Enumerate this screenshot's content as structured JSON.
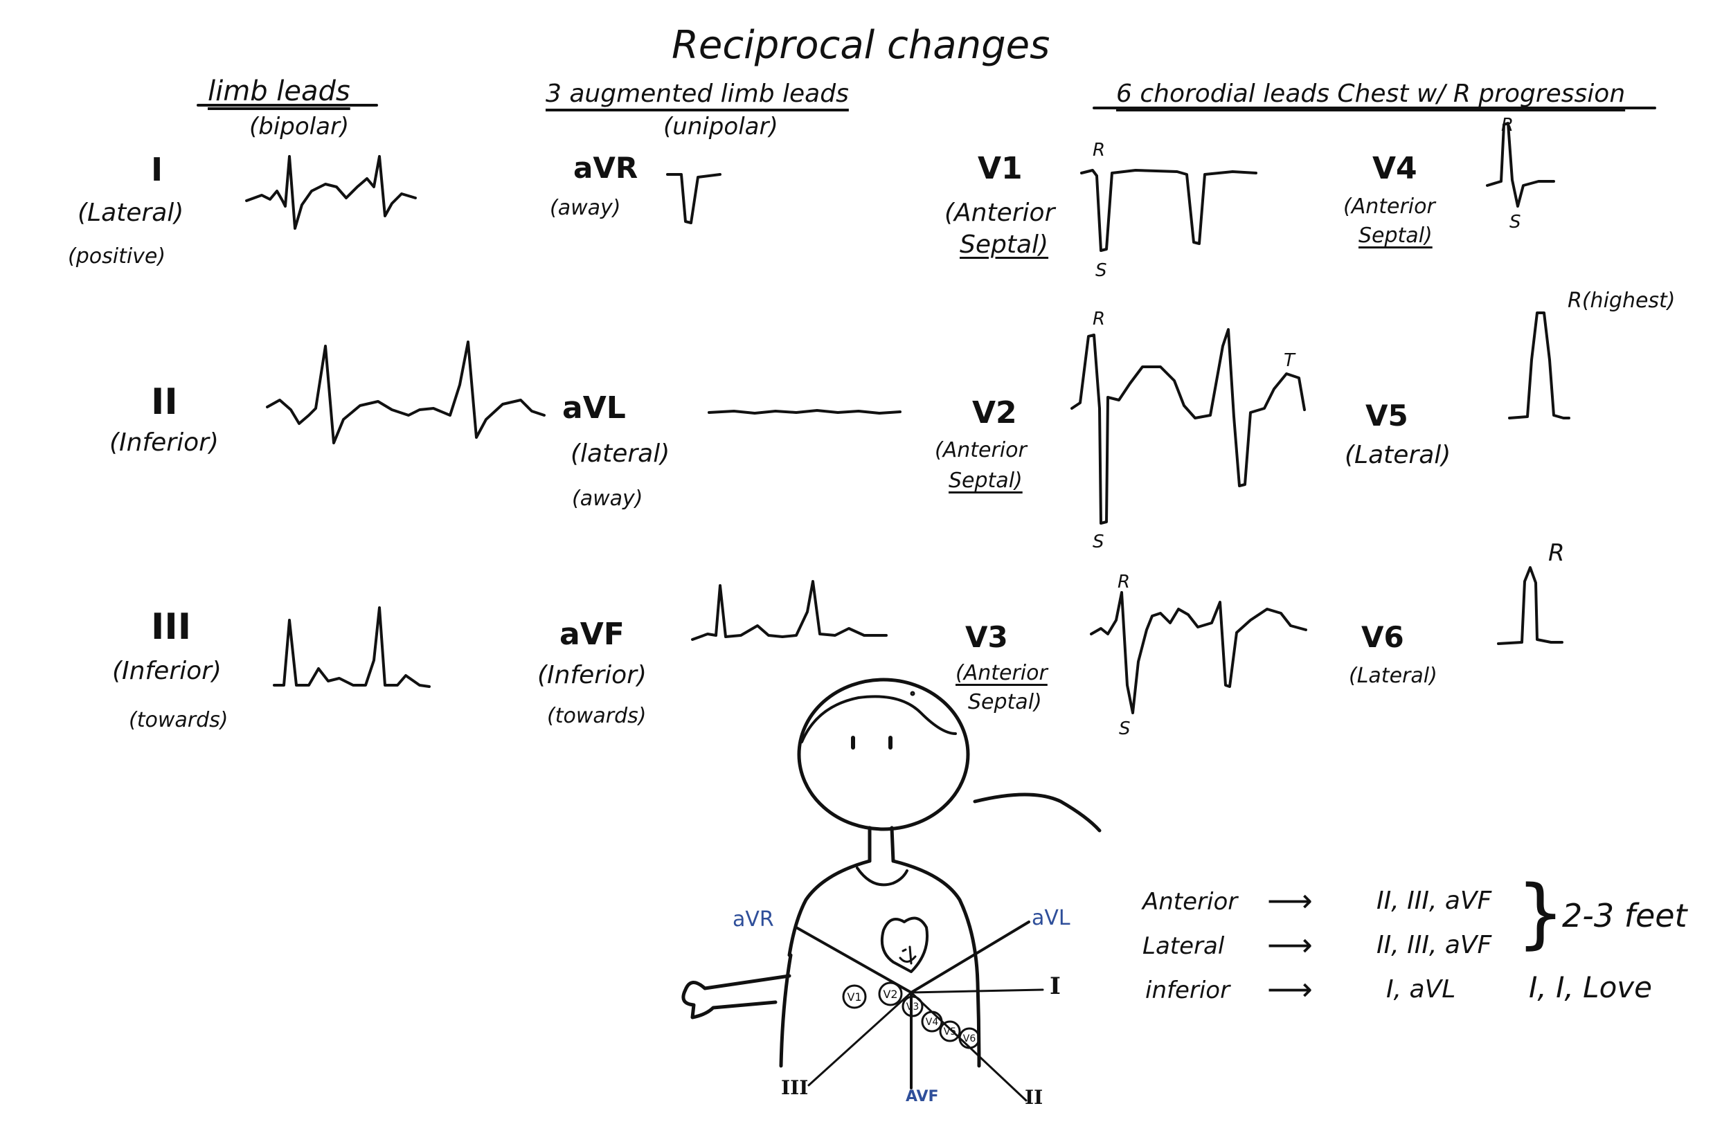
{
  "title": "Reciprocal changes",
  "sections": {
    "limb": {
      "title": "limb leads",
      "sub": "(bipolar)"
    },
    "augmented": {
      "title": "3 augmented limb leads",
      "sub": "(unipolar)"
    },
    "chest": {
      "title": "6 chorodial leads Chest w/ R progression"
    }
  },
  "limb_leads": [
    {
      "name": "I",
      "desc1": "(Lateral)",
      "desc2": "(positive)"
    },
    {
      "name": "II",
      "desc1": "(Inferior)"
    },
    {
      "name": "III",
      "desc1": "(Inferior)",
      "desc2": "(towards)"
    }
  ],
  "augmented_leads": [
    {
      "name": "aVR",
      "desc1": "(away)"
    },
    {
      "name": "aVL",
      "desc1": "(lateral)",
      "desc2": "(away)"
    },
    {
      "name": "aVF",
      "desc1": "(Inferior)",
      "desc2": "(towards)"
    }
  ],
  "chest_leads": [
    {
      "name": "V1",
      "desc1": "(Anterior",
      "desc2": "Septal)"
    },
    {
      "name": "V2",
      "desc1": "(Anterior",
      "desc2": "Septal)"
    },
    {
      "name": "V3",
      "desc1": "(Anterior",
      "desc2": "Septal)"
    },
    {
      "name": "V4",
      "desc1": "(Anterior",
      "desc2": "Septal)"
    },
    {
      "name": "V5",
      "desc1": "(Lateral)"
    },
    {
      "name": "V6",
      "desc1": "(Lateral)"
    }
  ],
  "wave_labels": {
    "r": "R",
    "s": "S",
    "t": "T",
    "r_highest": "R(highest)"
  },
  "figure": {
    "avr": "aVR",
    "avl": "aVL",
    "avf": "AVF",
    "i": "I",
    "ii": "II",
    "iii": "III",
    "v1": "V1",
    "v2": "V2",
    "v3": "V3",
    "v4": "V4",
    "v5": "V5",
    "v6": "V6"
  },
  "reciprocal_table": [
    {
      "region": "Anterior",
      "arrow": "⟶",
      "leads": "II, III, aVF"
    },
    {
      "region": "Lateral",
      "arrow": "⟶",
      "leads": "II, III, aVF"
    },
    {
      "region": "inferior",
      "arrow": "⟶",
      "leads": "I, aVL"
    }
  ],
  "bracket": "}",
  "mnemonic_feet": "2-3 feet",
  "mnemonic_love": "I, I, Love",
  "colors": {
    "ink": "#111111",
    "blue_ink": "#2f4f9a"
  }
}
